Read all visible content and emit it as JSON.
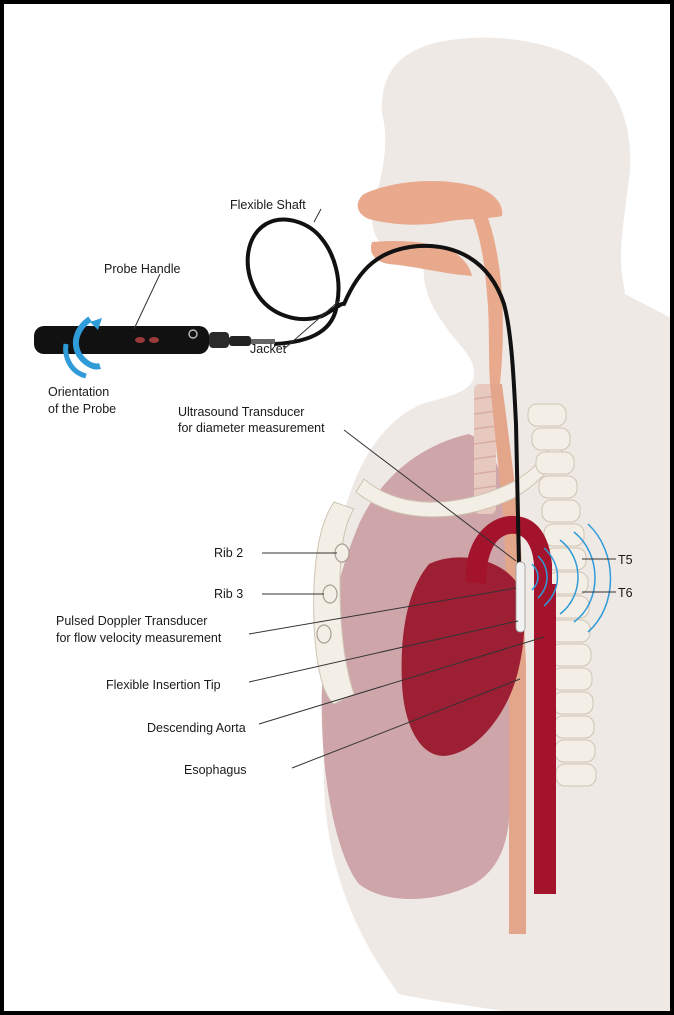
{
  "figure": {
    "labels": {
      "flexible_shaft": "Flexible Shaft",
      "probe_handle": "Probe Handle",
      "jacket": "Jacket",
      "orientation_line1": "Orientation",
      "orientation_line2": "of the Probe",
      "ultrasound_line1": "Ultrasound Transducer",
      "ultrasound_line2": "for diameter measurement",
      "rib2": "Rib 2",
      "rib3": "Rib 3",
      "pulsed_line1": "Pulsed Doppler Transducer",
      "pulsed_line2": "for flow velocity measurement",
      "flexible_tip": "Flexible Insertion Tip",
      "descending_aorta": "Descending Aorta",
      "esophagus": "Esophagus",
      "t5": "T5",
      "t6": "T6"
    },
    "colors": {
      "body": "#efe9e6",
      "airway": "#e8a98c",
      "lung": "#c89a9f",
      "heart": "#9d1f33",
      "aorta": "#a3142c",
      "bone": "#f4efe6",
      "probe": "#111111",
      "ultrasound": "#2f9bd8"
    }
  }
}
